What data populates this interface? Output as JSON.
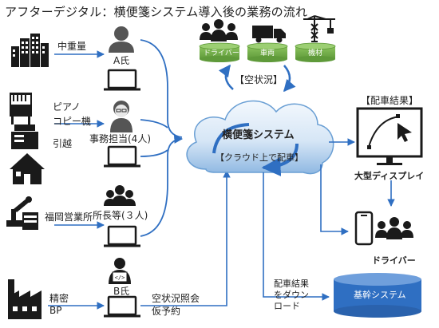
{
  "title": "アフターデジタル：横便箋システム導入後の業務の流れ",
  "sources": {
    "nakajuryo": "中重量",
    "piano": "ピアノ",
    "copier": "コピー機",
    "moving": "引越",
    "fukuoka": "福岡営業所",
    "seimitsu_1": "精密",
    "seimitsu_2": "BP"
  },
  "people": {
    "a": "A氏",
    "office": "事務担当(4人)",
    "manager": "所長等(３人)",
    "b": "B氏"
  },
  "resources": {
    "driver": "ドライバー",
    "vehicle": "車両",
    "equipment": "機材"
  },
  "cloud": {
    "vacancy": "【空状況】",
    "system": "横便箋システム",
    "sub": "【クラウド上で配車】"
  },
  "bottom_request": {
    "line1": "空状況照会",
    "line2": "仮予約"
  },
  "download": {
    "line1": "配車結果",
    "line2": "をダウン",
    "line3": "ロード"
  },
  "right": {
    "result": "【配車結果】",
    "display": "大型ディスプレイ",
    "driver": "ドライバー"
  },
  "core_system": "基幹システム",
  "colors": {
    "arrow": "#2f6fc2",
    "green": "#70ad47",
    "green_dark": "#507e32",
    "cloud_top": "#e8f1fb",
    "cloud_bottom": "#9cc1e6",
    "db": "#2f6fc2",
    "icon": "#1a1a1a"
  }
}
